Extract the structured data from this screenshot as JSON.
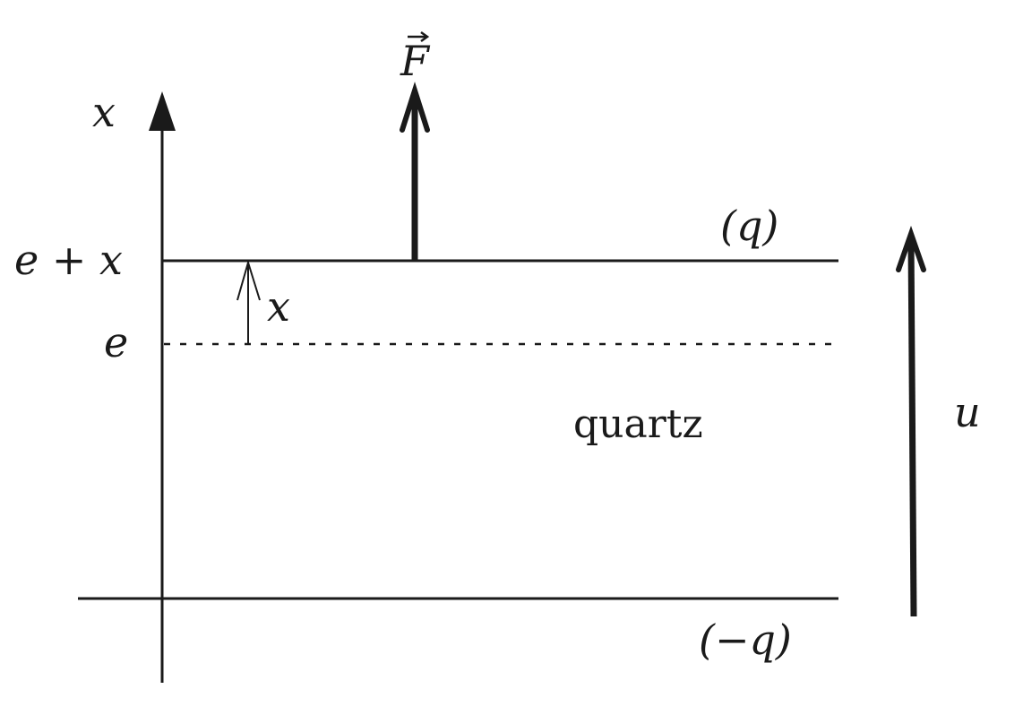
{
  "labels": {
    "axis_x": "x",
    "top_level": "e + x",
    "rest_level": "e",
    "displacement": "x",
    "force": "F",
    "top_charge": "(q)",
    "bottom_charge": "(−q)",
    "material": "quartz",
    "voltage": "u"
  },
  "colors": {
    "ink": "#1a1a1a"
  }
}
